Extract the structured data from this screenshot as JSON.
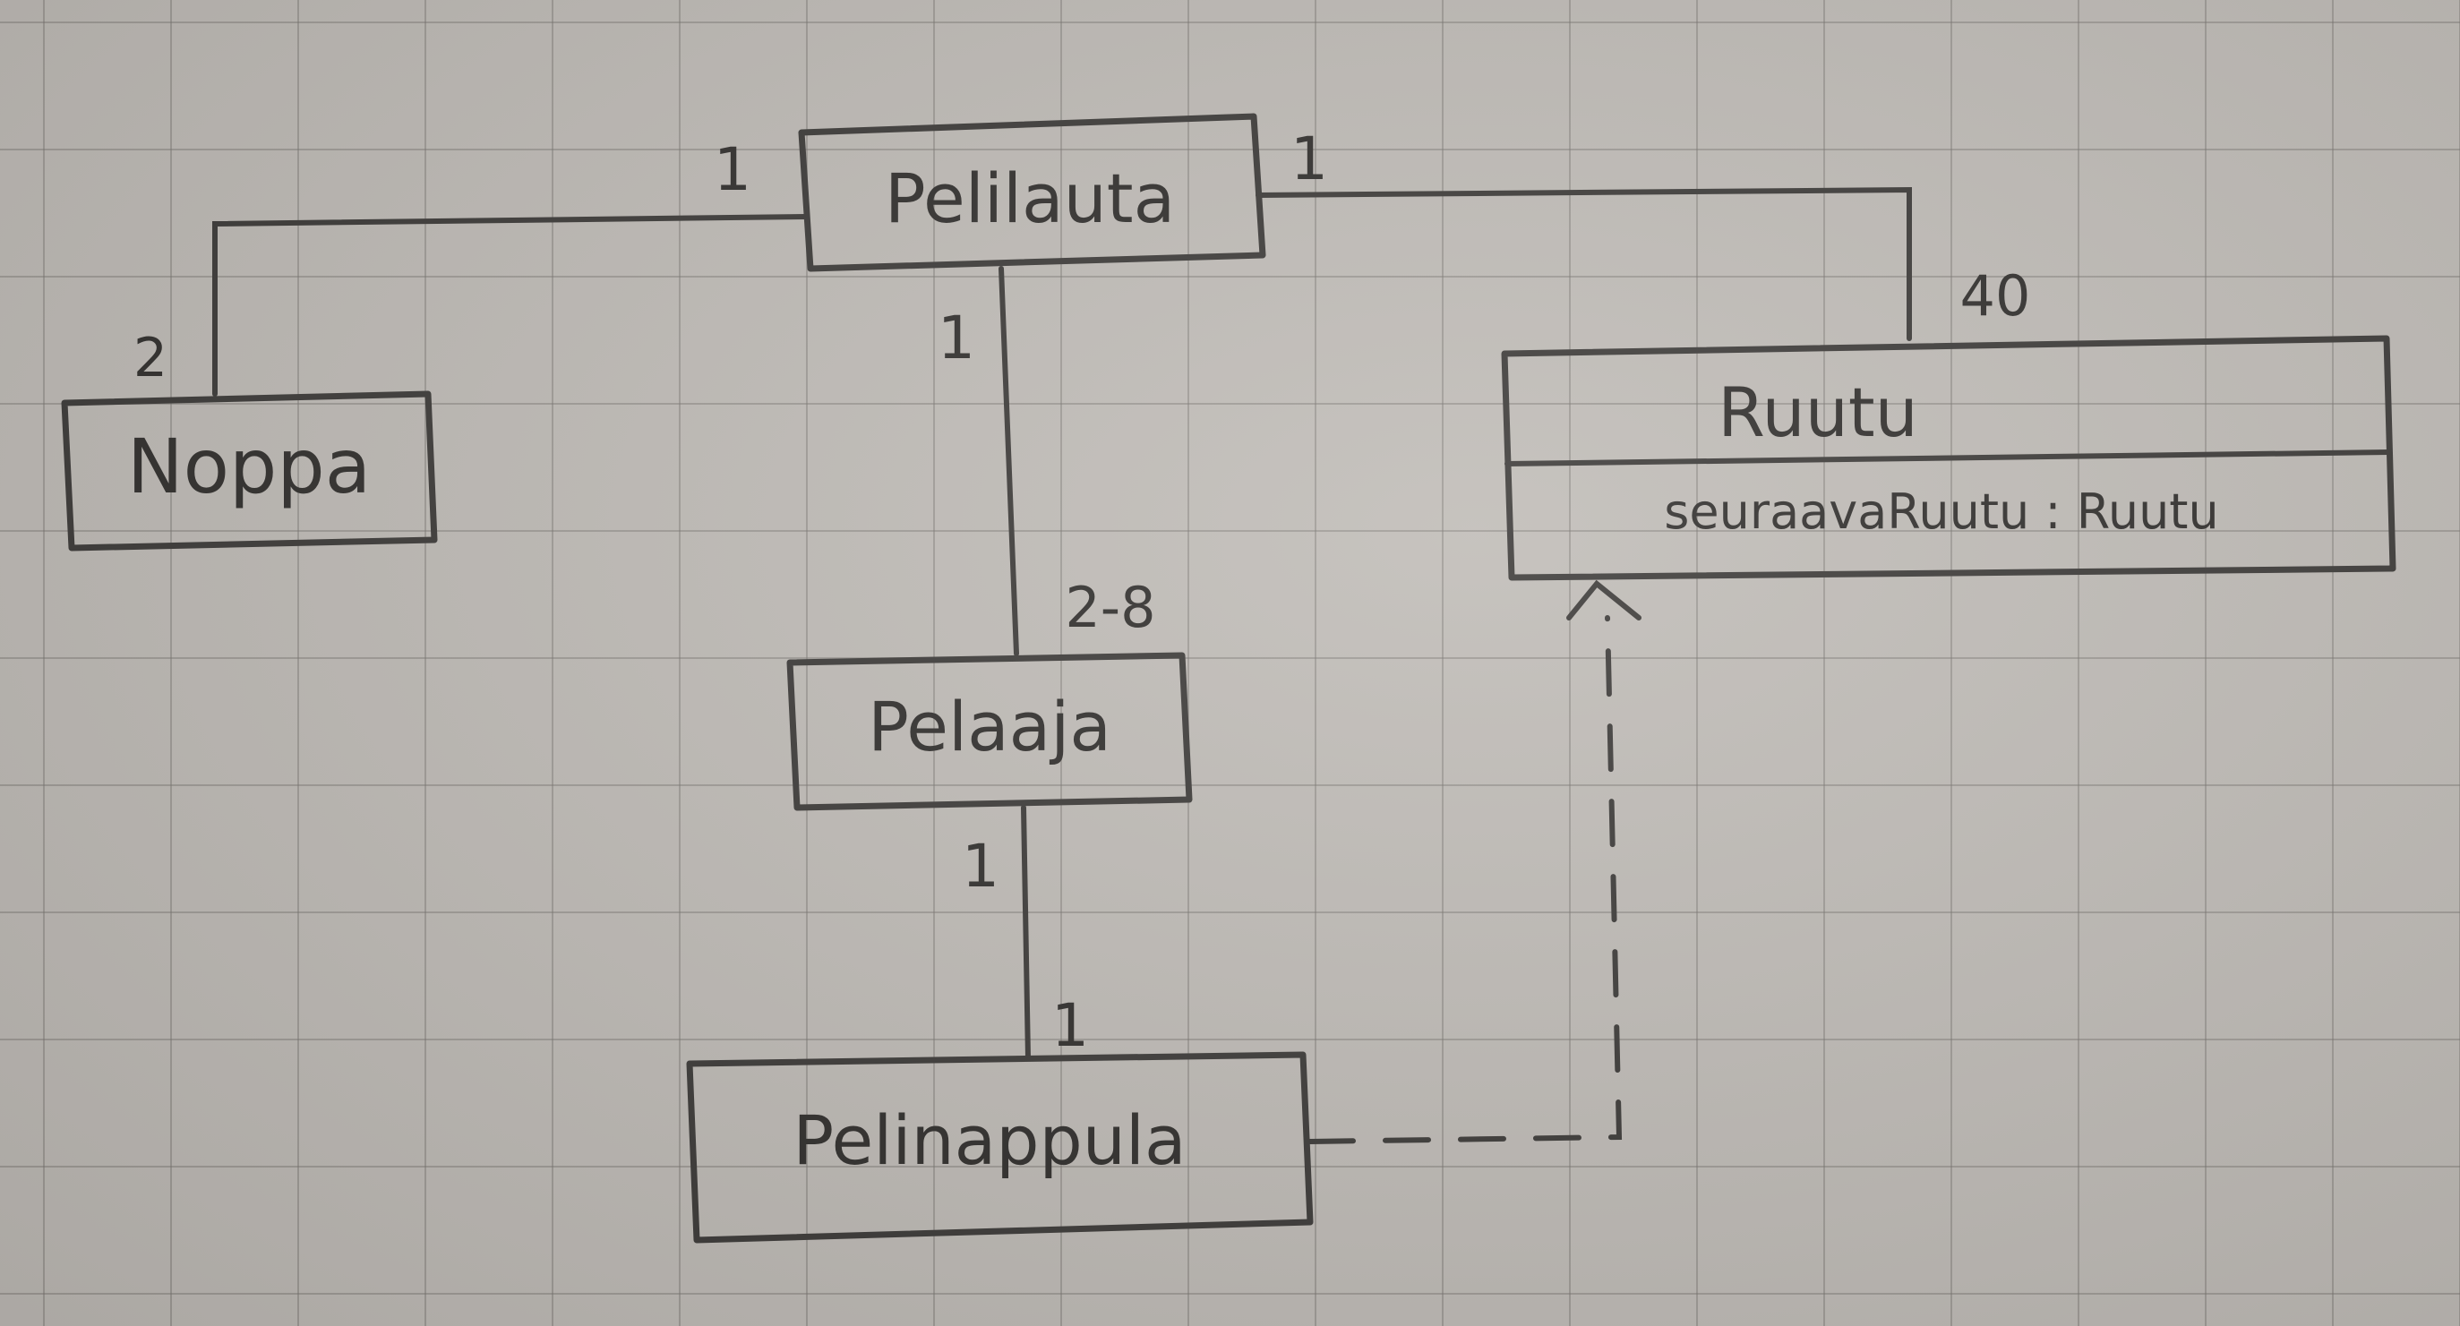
{
  "classes": {
    "pelilauta": {
      "name": "Pelilauta"
    },
    "noppa": {
      "name": "Noppa"
    },
    "pelaaja": {
      "name": "Pelaaja"
    },
    "pelinappula": {
      "name": "Pelinappula"
    },
    "ruutu": {
      "name": "Ruutu",
      "attribute": "seuraavaRuutu : Ruutu"
    }
  },
  "multiplicities": {
    "pelilauta_noppa_board_end": "1",
    "pelilauta_noppa_die_end": "2",
    "pelilauta_ruutu_board_end": "1",
    "pelilauta_ruutu_square_end": "40",
    "pelilauta_pelaaja_board_end": "1",
    "pelilauta_pelaaja_player_end": "2-8",
    "pelaaja_pelinappula_player_end": "1",
    "pelaaja_pelinappula_piece_end": "1"
  },
  "relations": [
    {
      "from": "Pelilauta",
      "to": "Noppa",
      "type": "association"
    },
    {
      "from": "Pelilauta",
      "to": "Ruutu",
      "type": "association"
    },
    {
      "from": "Pelilauta",
      "to": "Pelaaja",
      "type": "association"
    },
    {
      "from": "Pelaaja",
      "to": "Pelinappula",
      "type": "association"
    },
    {
      "from": "Pelinappula",
      "to": "Ruutu",
      "type": "dependency"
    }
  ],
  "colors": {
    "paper": "#bfbbb6",
    "grid": "#78746f",
    "ink": "#3b3937"
  }
}
